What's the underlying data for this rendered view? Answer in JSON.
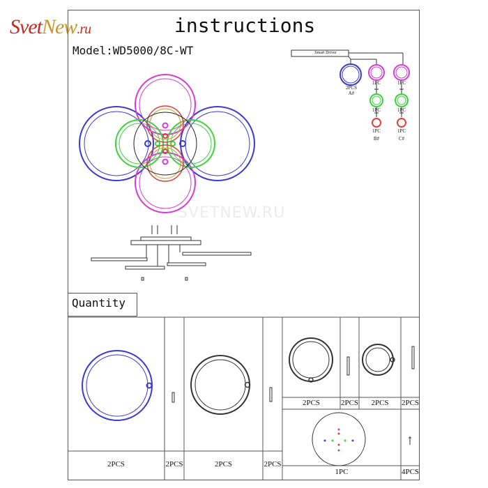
{
  "logo": {
    "part1": "Svet",
    "part2": "New",
    "suffix": ".ru"
  },
  "title": "instructions",
  "model": "Model:WD5000/8C-WT",
  "watermark": "SVETNEW.RU",
  "quantity_label": "Quantity",
  "colors": {
    "blue": "#3a3ad0",
    "magenta": "#d63ad6",
    "green": "#3ad43a",
    "red": "#e04040",
    "line": "#333333"
  },
  "wiring": {
    "driver_label": "Smart Driver",
    "groups": [
      {
        "count": "2PCS",
        "tag": "A#"
      },
      {
        "count_top": "1PC",
        "count_mid": "1PC",
        "count_bot": "1PC",
        "tag": "B#"
      },
      {
        "count_top": "1PC",
        "count_mid": "1PC",
        "count_bot": "1PC",
        "tag": "C#"
      }
    ]
  },
  "quantities": {
    "large_ring": "2PCS",
    "large_rod": "2PCS",
    "medium_ring": "2PCS",
    "medium_rod": "2PCS",
    "small_ring": "2PCS",
    "small_rod": "2PCS",
    "xsmall_ring": "2PCS",
    "xsmall_rod": "2PCS",
    "canopy": "1PC",
    "screws": "4PCS"
  }
}
